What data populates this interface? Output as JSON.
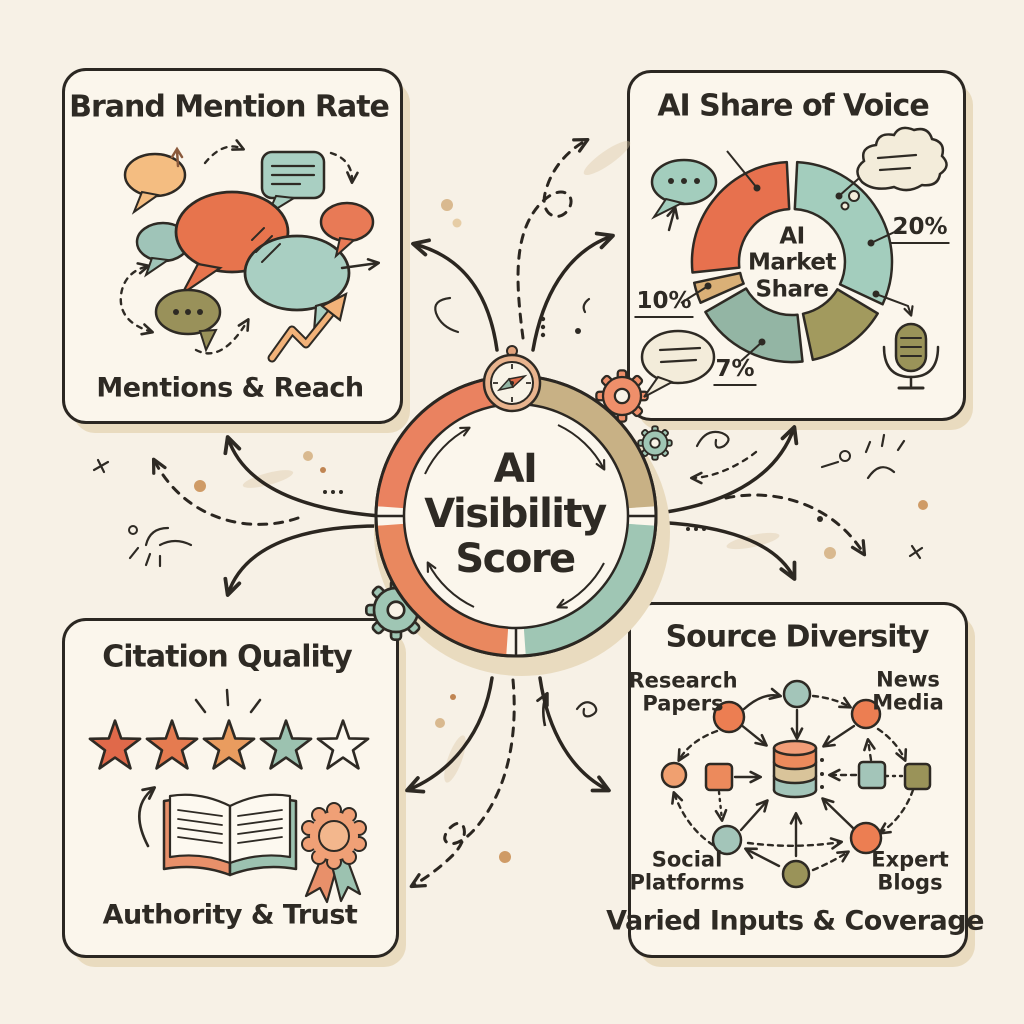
{
  "center_badge": {
    "lines": [
      "AI",
      "Visibility",
      "Score"
    ]
  },
  "panels": {
    "brand_mention_rate": {
      "title": "Brand Mention Rate",
      "caption": "Mentions & Reach"
    },
    "ai_share_of_voice": {
      "title": "AI Share of Voice",
      "donut_center_lines": [
        "AI",
        "Market",
        "Share"
      ],
      "labels": {
        "teal": "20%",
        "orange": "10%",
        "sage": "7%"
      }
    },
    "citation_quality": {
      "title": "Citation Quality",
      "caption": "Authority & Trust",
      "stars": {
        "total": 5,
        "empty": 1,
        "colors": [
          "#e0694a",
          "#e57b50",
          "#e99c5f",
          "#9cc2b0",
          "#fcf8ef"
        ]
      }
    },
    "source_diversity": {
      "title": "Source Diversity",
      "caption": "Varied Inputs & Coverage",
      "nodes": {
        "research": [
          "Research",
          "Papers"
        ],
        "news": [
          "News",
          "Media"
        ],
        "social": [
          "Social",
          "Platforms"
        ],
        "expert": [
          "Expert",
          "Blogs"
        ]
      }
    }
  },
  "chart_data": {
    "type": "pie",
    "title": "AI Share of Voice",
    "center_label": "AI Market Share",
    "legend_position": "none",
    "segments": [
      {
        "name": "teal",
        "color": "#a3cdbd",
        "label": "20%",
        "approx_arc_deg": 112
      },
      {
        "name": "olive",
        "color": "#a29a5e",
        "label": "",
        "approx_arc_deg": 47
      },
      {
        "name": "sage",
        "color": "#93b5a4",
        "label": "7%",
        "approx_arc_deg": 66
      },
      {
        "name": "tan-sliver",
        "color": "#dab077",
        "label": "",
        "approx_arc_deg": 12
      },
      {
        "name": "orange",
        "color": "#e7714e",
        "label": "10%",
        "approx_arc_deg": 93
      }
    ]
  },
  "icons": {
    "center": [
      "compass-icon",
      "gear-icon"
    ],
    "brand_mention_rate": [
      "speech-bubble-icon",
      "trend-up-arrow-icon"
    ],
    "ai_share_of_voice": [
      "ellipsis-bubble-icon",
      "thought-cloud-icon",
      "speech-lines-bubble-icon",
      "microphone-icon"
    ],
    "citation_quality": [
      "star-icon",
      "open-book-icon",
      "medal-icon"
    ],
    "source_diversity": [
      "database-icon",
      "network-node-icon"
    ]
  },
  "colors": {
    "background": "#f7f1e6",
    "panel": "#fbf6ec",
    "ink": "#2e2a24",
    "orange": "#e7714e",
    "peach": "#f4bd81",
    "teal": "#a3cdbd",
    "sage": "#93b5a4",
    "olive": "#9a9359",
    "tan": "#c8b185",
    "cream": "#f3ecda",
    "shadow": "#e9dbbf",
    "ring": {
      "top_right": "#c8b185",
      "bottom_right": "#9fc6b4",
      "bottom_left": "#e9885f",
      "top_left": "#ea8260"
    }
  }
}
